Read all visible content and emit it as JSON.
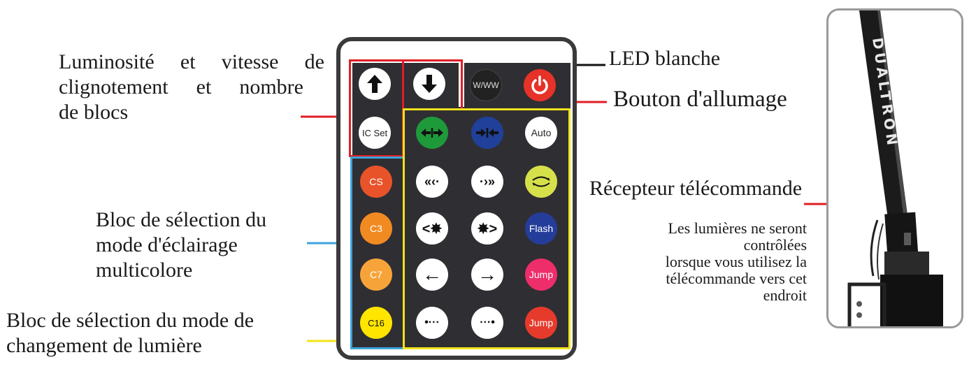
{
  "labels": {
    "brightness_block": [
      "Luminosité et vitesse de",
      "clignotement et nombre",
      "de blocs"
    ],
    "white_led": "LED blanche",
    "power": "Bouton d'allumage",
    "receiver": "Récepteur télécommande",
    "receiver_note": [
      "Les lumières ne seront",
      "contrôlées",
      "lorsque vous utilisez la",
      "télécommande vers cet",
      "endroit"
    ],
    "multicolor_block": [
      "Bloc de sélection du",
      "mode d'éclairage",
      "multicolore"
    ],
    "change_block": [
      "Bloc de sélection du mode de",
      "changement de lumière"
    ]
  },
  "remote": {
    "top_buttons": {
      "up": "up-arrow-icon",
      "down": "down-arrow-icon",
      "ic_set": "IC Set",
      "white": "W/WW",
      "power": "power-icon"
    },
    "left_column": [
      {
        "label": "CS",
        "color": "#e8532a"
      },
      {
        "label": "C3",
        "color": "#f28a22"
      },
      {
        "label": "C7",
        "color": "#f6a43a"
      },
      {
        "label": "C16",
        "color": "#ffe500"
      }
    ],
    "grid_texts": {
      "auto": "Auto",
      "flash": "Flash",
      "jump1": "Jump",
      "jump2": "Jump"
    },
    "colors": {
      "green": "#1f9a3a",
      "blue": "#20409a",
      "lime": "#d6e04a",
      "flash": "#253d9a",
      "jump_pink": "#ee2d6b",
      "jump_red": "#e63a2c",
      "power_red": "#e63228",
      "red_frame": "#e01e24",
      "yellow_frame": "#f2e31b",
      "blue_frame": "#3da3dc"
    }
  },
  "photo": {
    "brand_text": "DUALTRON"
  }
}
